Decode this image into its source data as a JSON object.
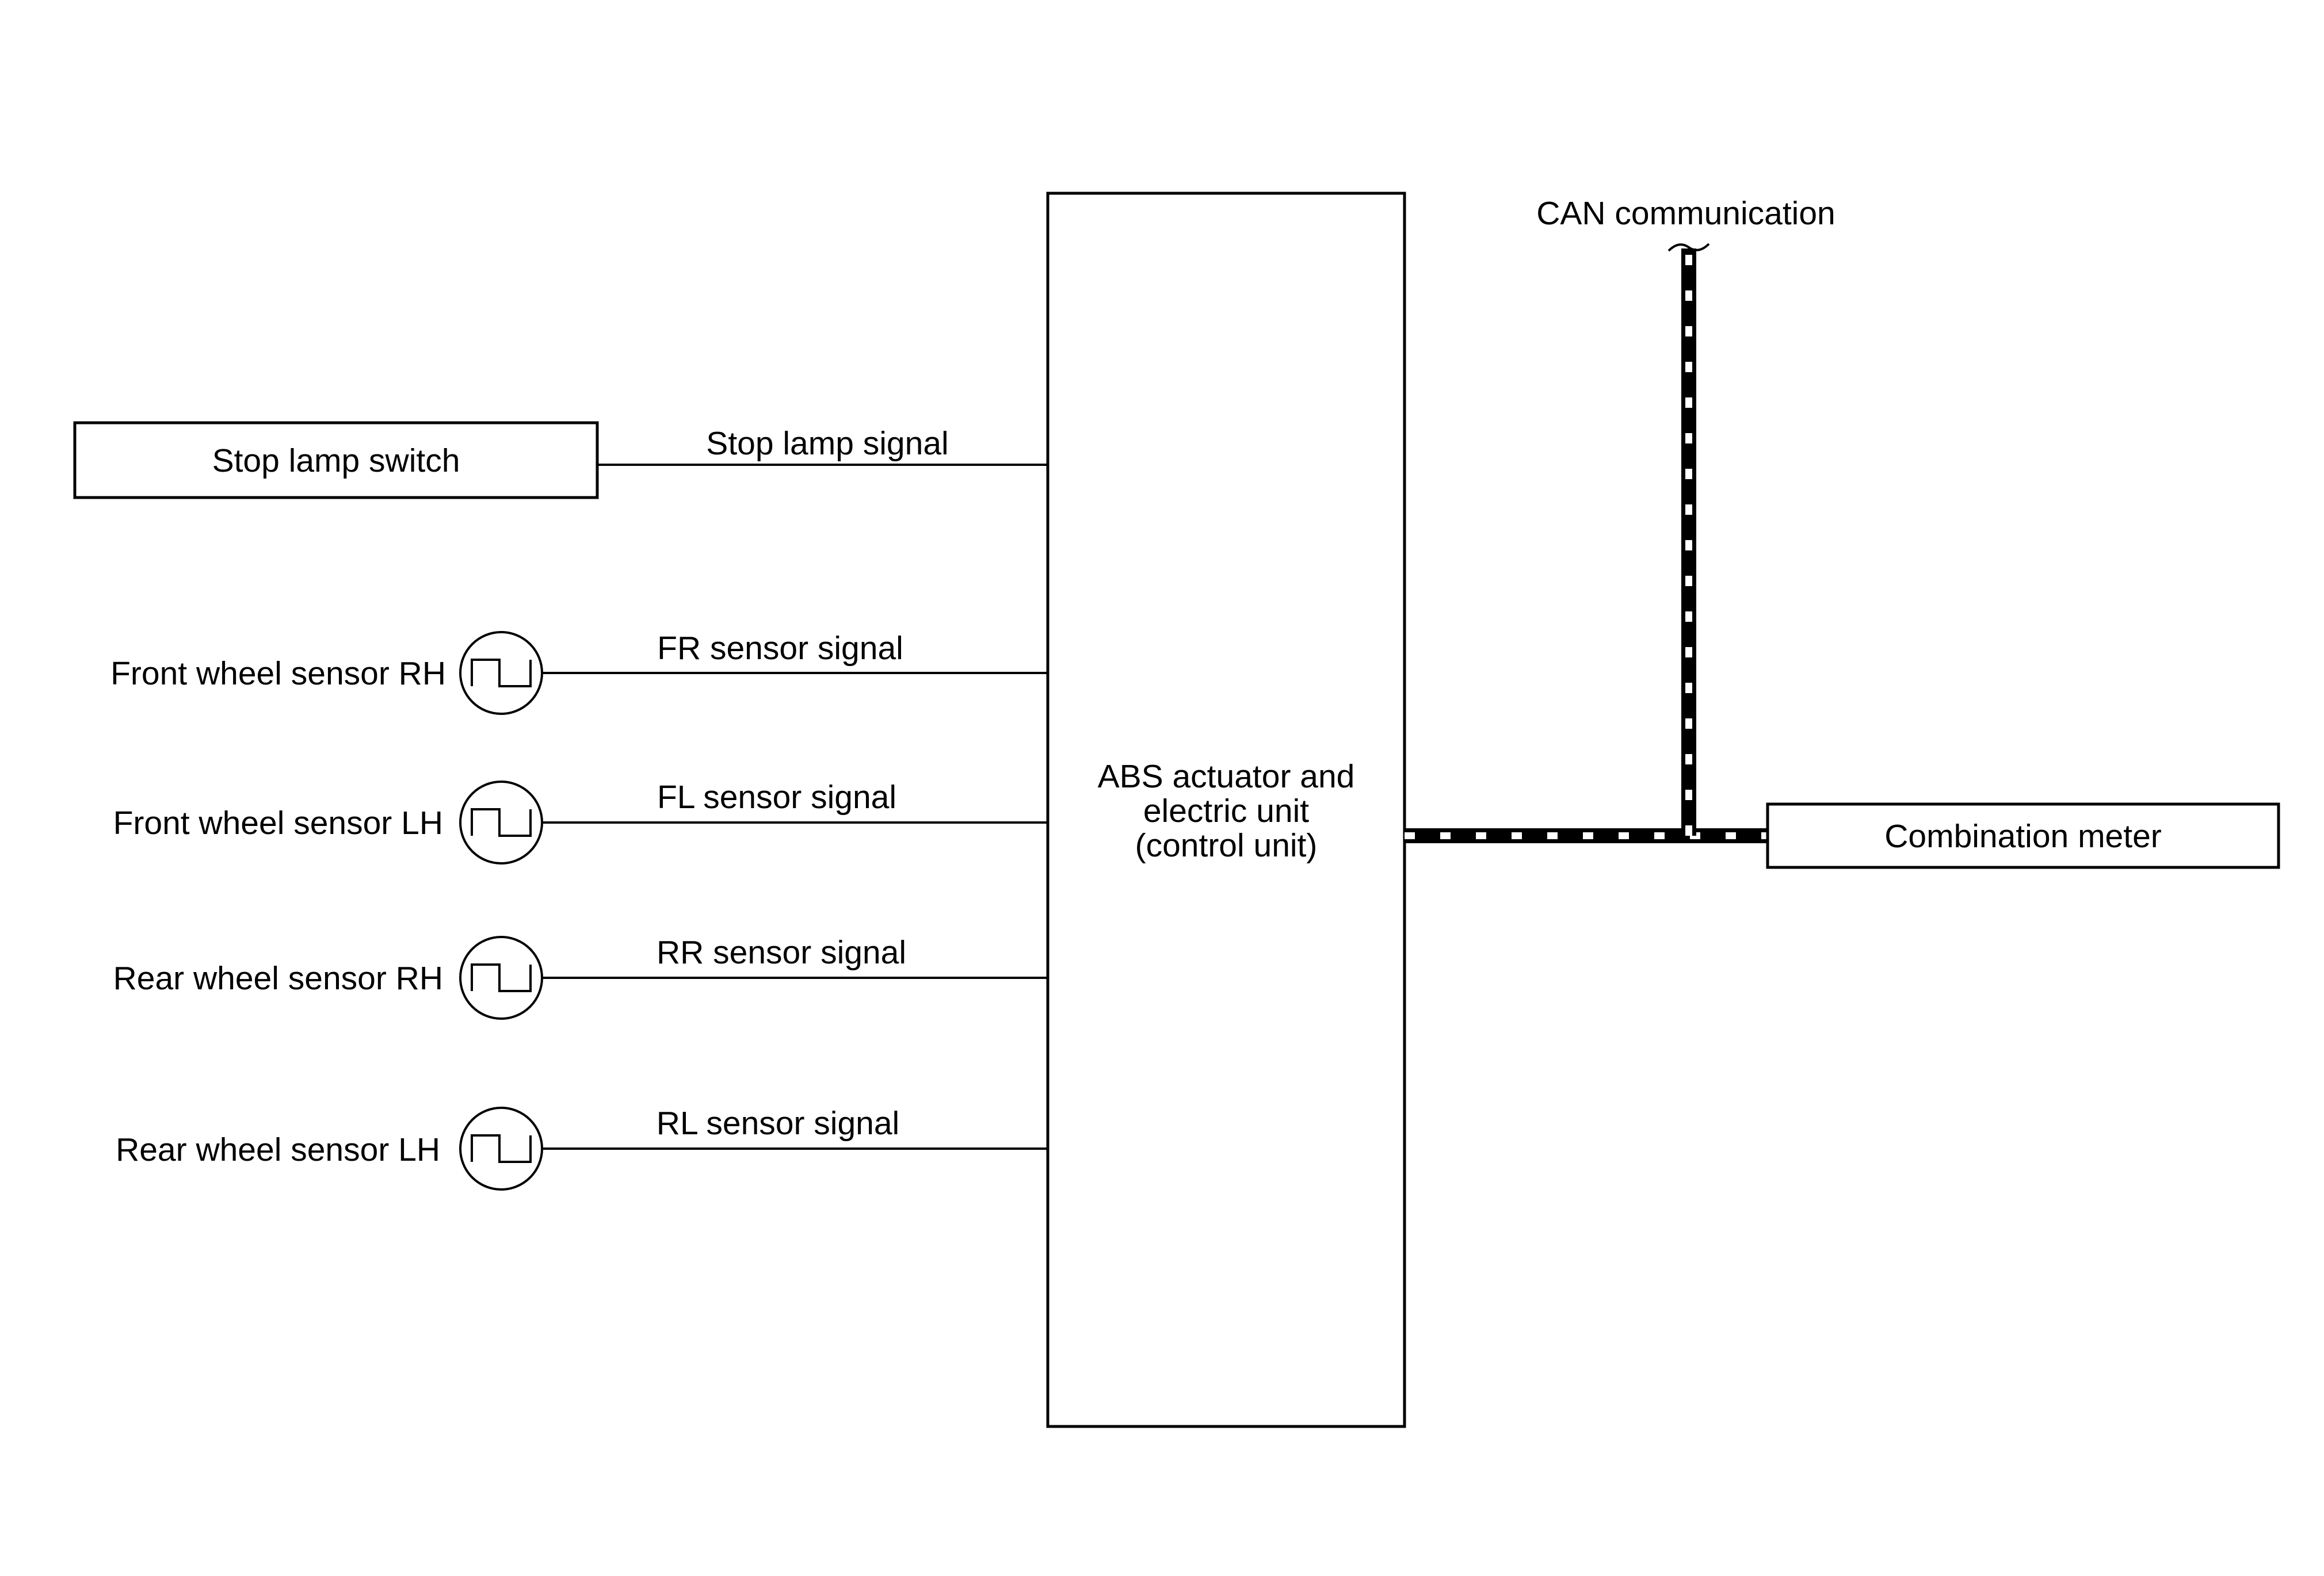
{
  "control_unit": {
    "label_lines": [
      "ABS actuator and",
      "electric unit",
      "(control unit)"
    ]
  },
  "stop_lamp": {
    "switch_label": "Stop lamp switch",
    "signal_label": "Stop lamp signal"
  },
  "sensors": [
    {
      "label": "Front wheel sensor RH",
      "signal": "FR sensor signal"
    },
    {
      "label": "Front wheel sensor LH",
      "signal": "FL sensor signal"
    },
    {
      "label": "Rear wheel sensor RH",
      "signal": "RR sensor signal"
    },
    {
      "label": "Rear wheel sensor LH",
      "signal": "RL sensor signal"
    }
  ],
  "can": {
    "label": "CAN communication"
  },
  "combination_meter": {
    "label": "Combination meter"
  }
}
